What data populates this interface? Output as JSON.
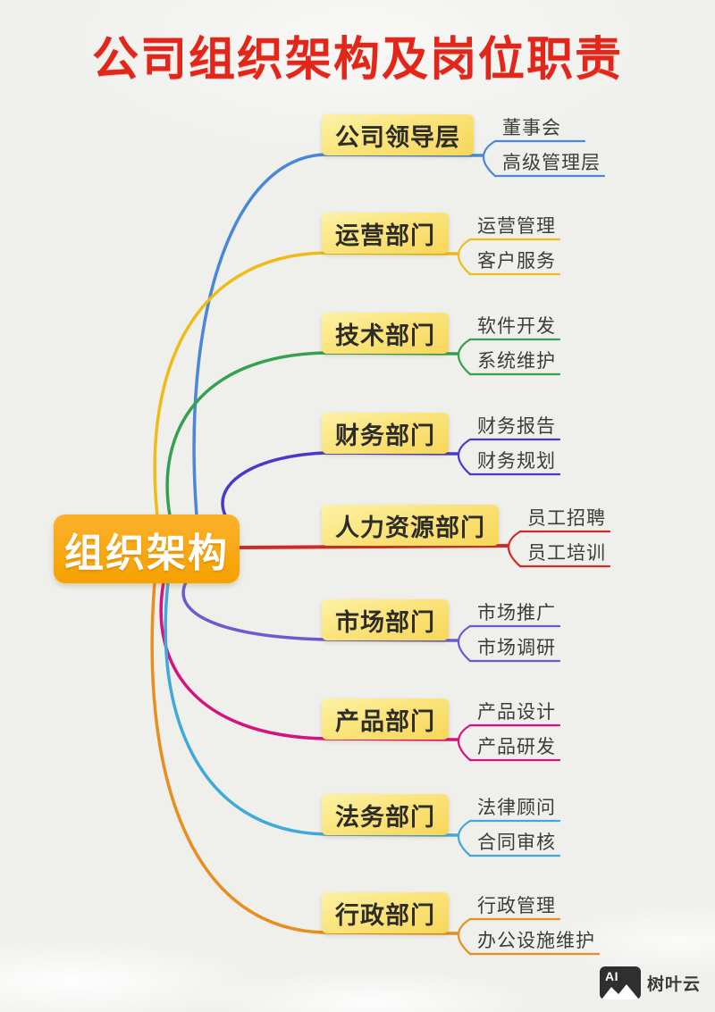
{
  "title": "公司组织架构及岗位职责",
  "root": {
    "label": "组织架构",
    "color": "#F5A101"
  },
  "branches": [
    {
      "label": "公司领导层",
      "color": "#4A87D9",
      "children": [
        "董事会",
        "高级管理层"
      ]
    },
    {
      "label": "运营部门",
      "color": "#EEBB17",
      "children": [
        "运营管理",
        "客户服务"
      ]
    },
    {
      "label": "技术部门",
      "color": "#35A050",
      "children": [
        "软件开发",
        "系统维护"
      ]
    },
    {
      "label": "财务部门",
      "color": "#4839C9",
      "children": [
        "财务报告",
        "财务规划"
      ]
    },
    {
      "label": "人力资源部门",
      "color": "#CD2B25",
      "children": [
        "员工招聘",
        "员工培训"
      ]
    },
    {
      "label": "市场部门",
      "color": "#6A5BD0",
      "children": [
        "市场推广",
        "市场调研"
      ]
    },
    {
      "label": "产品部门",
      "color": "#D5127F",
      "children": [
        "产品设计",
        "产品研发"
      ]
    },
    {
      "label": "法务部门",
      "color": "#3FAAD9",
      "children": [
        "法律顾问",
        "合同审核"
      ]
    },
    {
      "label": "行政部门",
      "color": "#E88D1E",
      "children": [
        "行政管理",
        "办公设施维护"
      ]
    }
  ],
  "watermark": {
    "icon_label": "AI",
    "text": "树叶云"
  }
}
